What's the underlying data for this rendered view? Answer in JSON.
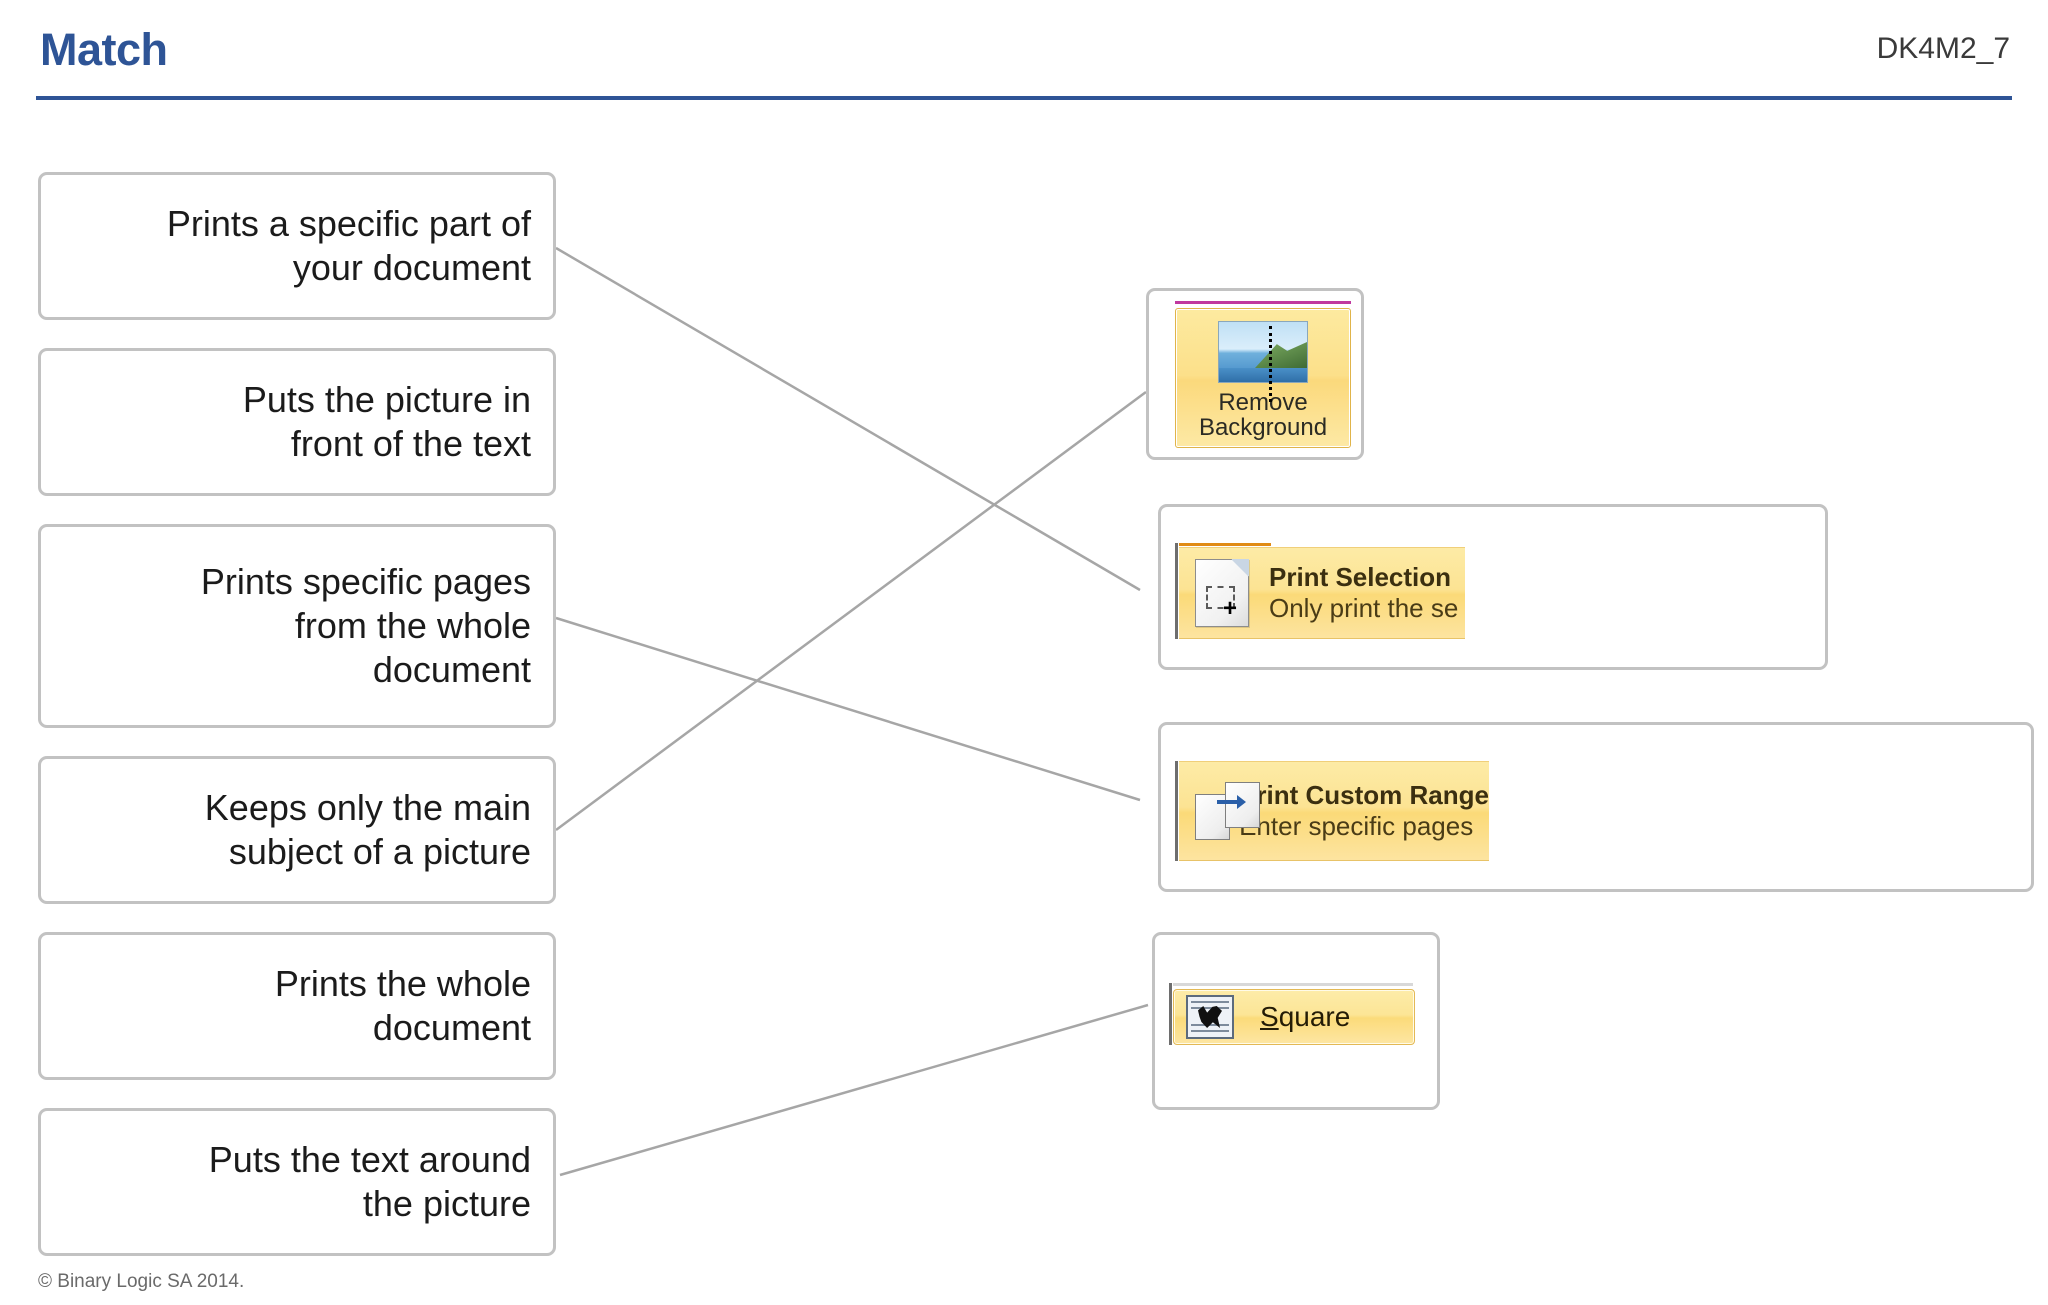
{
  "header": {
    "title": "Match",
    "code": "DK4M2_7"
  },
  "prompts": [
    {
      "id": "prompt-1",
      "text": "Prints a specific part of\nyour document"
    },
    {
      "id": "prompt-2",
      "text": "Puts the picture in\nfront of the text"
    },
    {
      "id": "prompt-3",
      "text": "Prints specific pages\nfrom the whole\ndocument"
    },
    {
      "id": "prompt-4",
      "text": "Keeps only the main\nsubject of a picture"
    },
    {
      "id": "prompt-5",
      "text": "Prints the whole\ndocument"
    },
    {
      "id": "prompt-6",
      "text": "Puts the text around\nthe picture"
    }
  ],
  "answers": {
    "remove_background": {
      "label_line1": "Remove",
      "label_line2": "Background",
      "icon": "picture-with-selection-icon"
    },
    "print_selection": {
      "title": "Print Selection",
      "subtitle": "Only print the se",
      "icon": "document-selection-icon"
    },
    "print_custom_range": {
      "title": "Print Custom Range",
      "subtitle": "Enter specific pages",
      "icon": "document-range-icon"
    },
    "square": {
      "accesskey": "S",
      "label_rest": "quare",
      "icon": "wrap-text-square-icon"
    }
  },
  "connections": [
    {
      "from": "prompt-1",
      "to": "print_selection"
    },
    {
      "from": "prompt-3",
      "to": "print_custom_range"
    },
    {
      "from": "prompt-4",
      "to": "remove_background"
    },
    {
      "from": "prompt-6",
      "to": "square"
    }
  ],
  "footer": {
    "copyright": "© Binary Logic SA 2014."
  },
  "colors": {
    "accent": "#2e5496",
    "box_border": "#c2c2c2",
    "line": "#a6a6a6",
    "highlight_yellow": "#fce393",
    "magenta_rule": "#c0399f",
    "orange_rule": "#e08b16"
  }
}
